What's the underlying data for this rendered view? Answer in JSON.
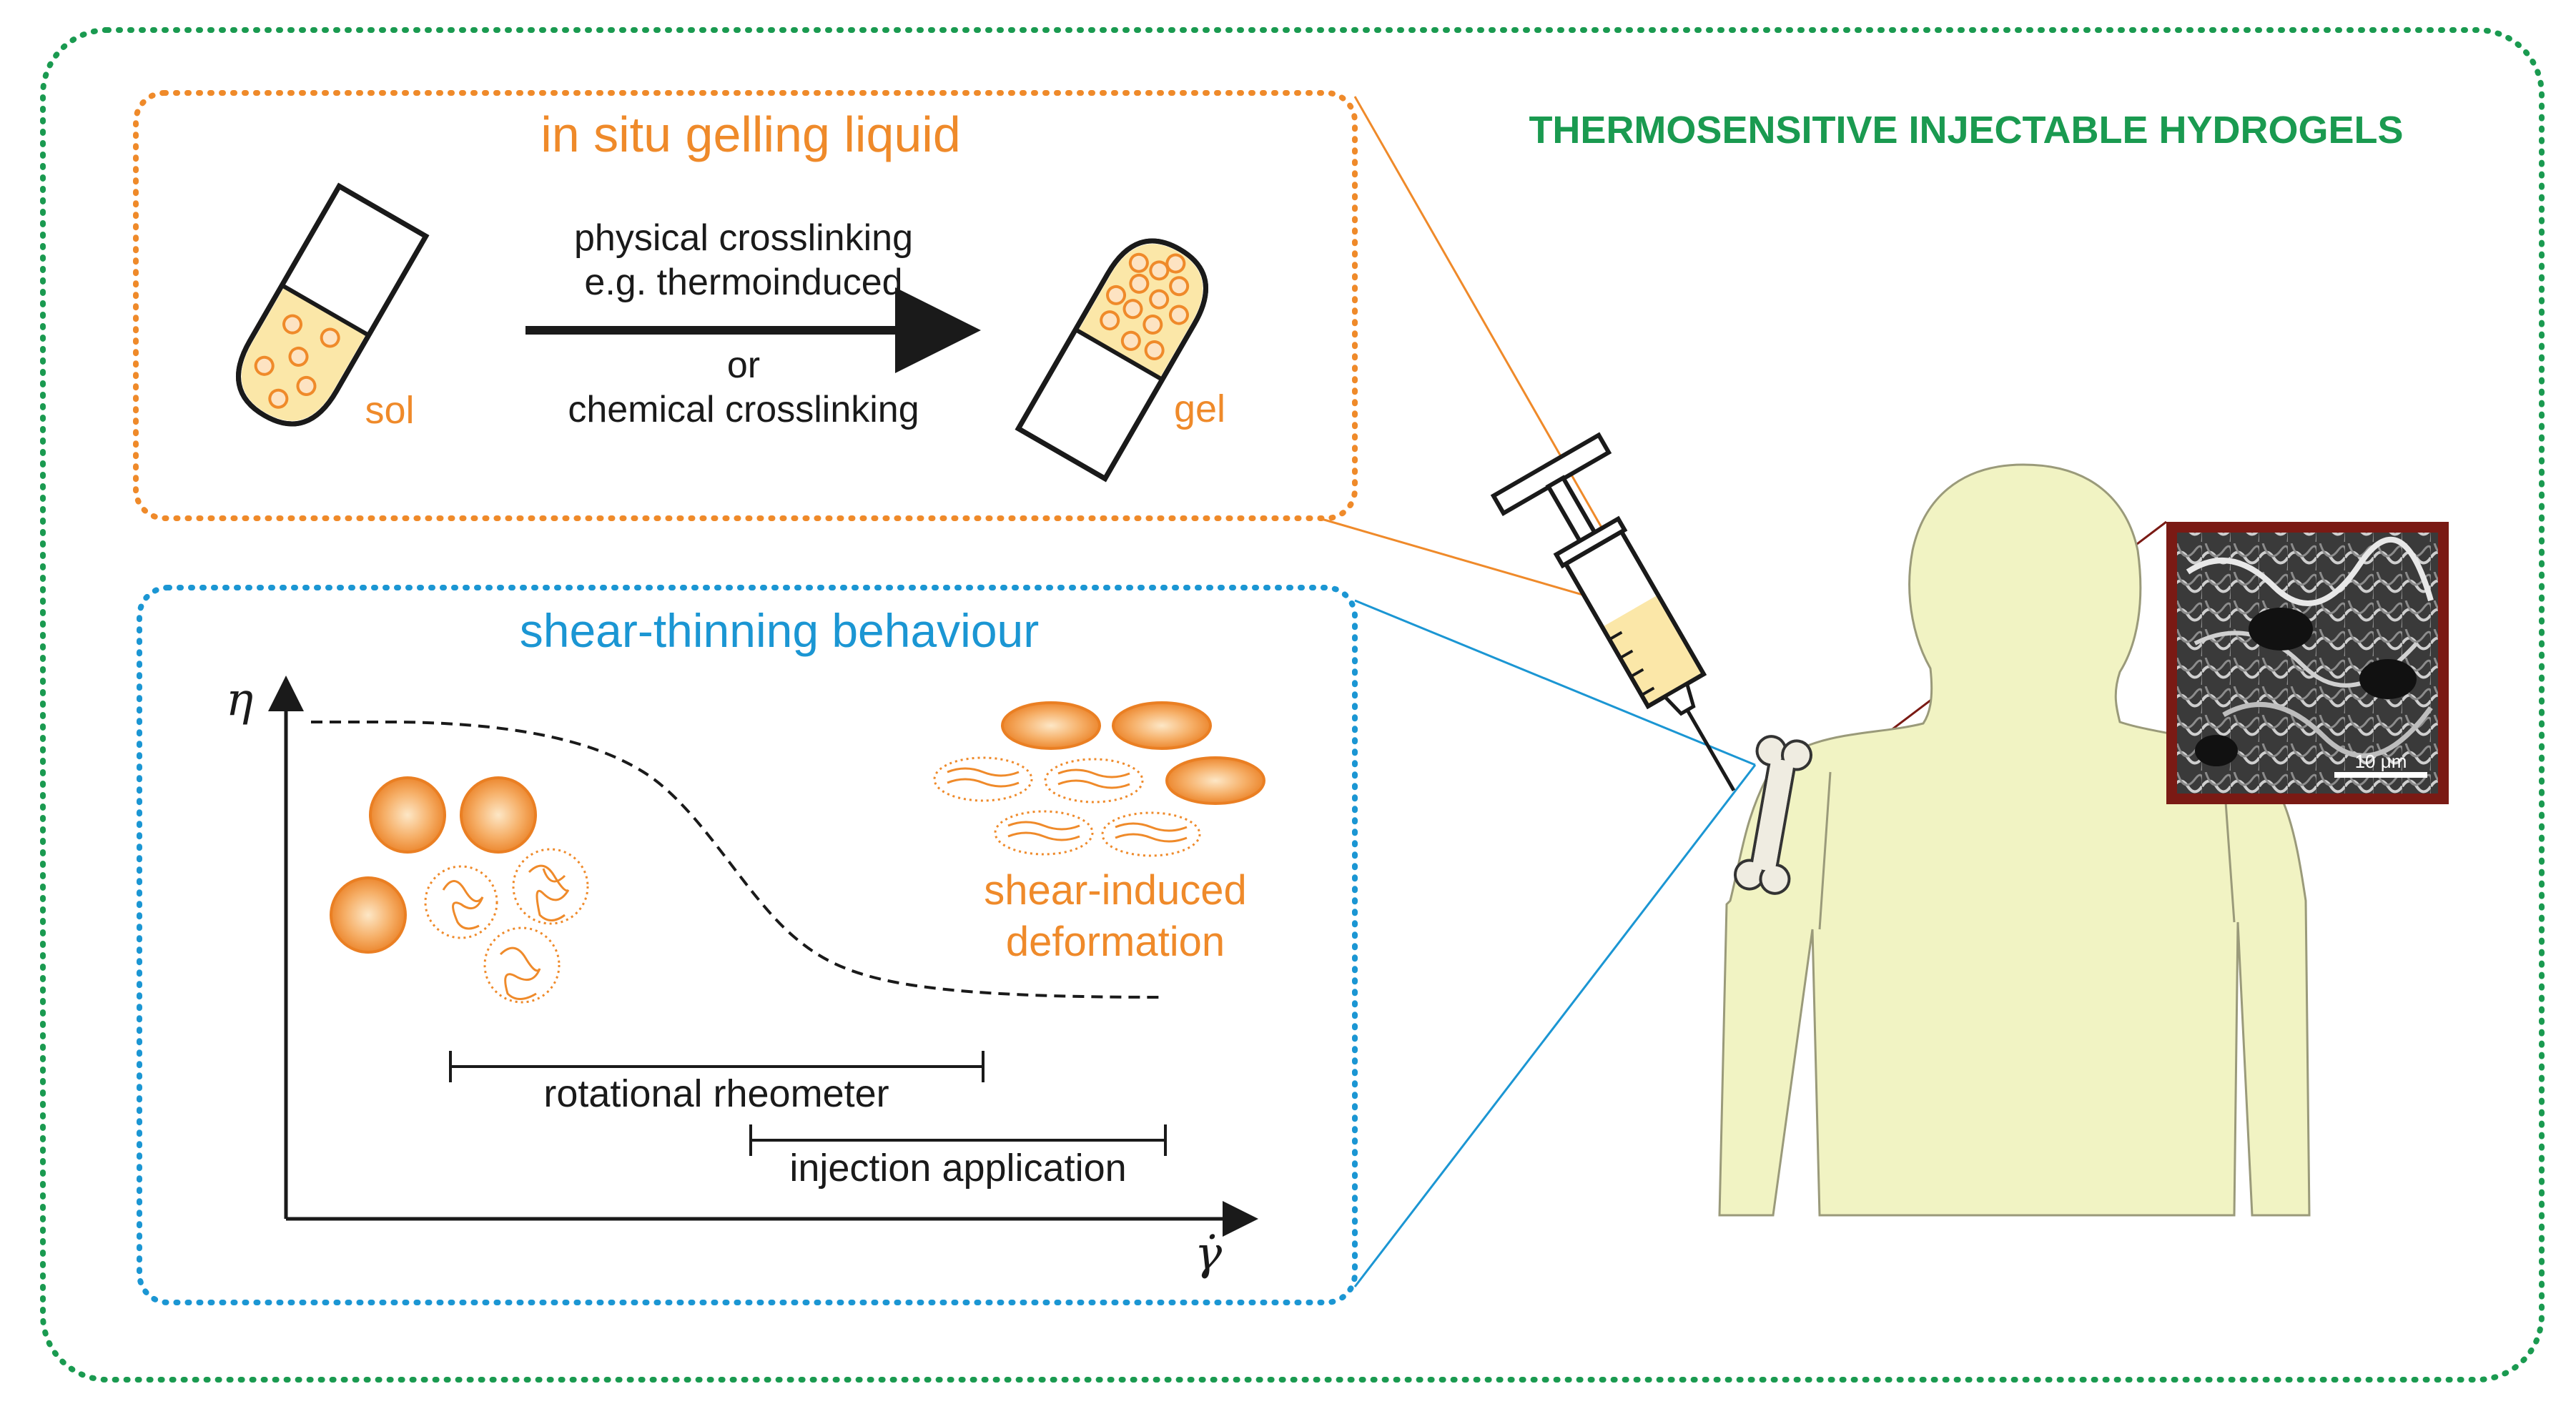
{
  "title": "THERMOSENSITIVE INJECTABLE HYDROGELS",
  "gelling_panel": {
    "heading": "in situ gelling liquid",
    "sol_label": "sol",
    "gel_label": "gel",
    "arrow_top_line1": "physical crosslinking",
    "arrow_top_line2": "e.g. thermoinduced",
    "arrow_or": "or",
    "arrow_bottom": "chemical crosslinking"
  },
  "shear_panel": {
    "heading": "shear-thinning behaviour",
    "y_axis_symbol": "η",
    "x_axis_symbol": "γ̇",
    "deformation_line1": "shear-induced",
    "deformation_line2": "deformation",
    "range_rheometer": "rotational rheometer",
    "range_injection": "injection application"
  },
  "sem_image": {
    "scale_label": "10 μm"
  },
  "colors": {
    "outer_border": "#1a9a50",
    "gelling_border": "#ef8a2a",
    "shear_border": "#1b96d3",
    "orange": "#ef8a2a",
    "liquid": "#fbe7a8",
    "body": "#f1f3c3",
    "sem_frame": "#7a1a14"
  },
  "icons": [
    "vial-sol-icon",
    "vial-gel-icon",
    "reaction-arrow-icon",
    "syringe-icon",
    "human-body-icon",
    "bone-icon",
    "sem-micrograph-icon"
  ]
}
